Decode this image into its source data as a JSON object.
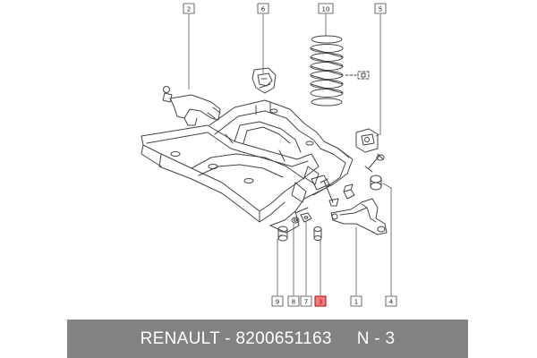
{
  "callouts": {
    "c2": "2",
    "c6": "6",
    "c10": "10",
    "c5": "5",
    "c9": "9",
    "c8": "8",
    "c7": "7",
    "c3": "3",
    "c1": "1",
    "c4": "4"
  },
  "highlighted_callout": "3",
  "colors": {
    "highlight_fill": "#f08080",
    "highlight_stroke": "#c00000",
    "footer_background": "#828282",
    "line": "#444444"
  },
  "footer": {
    "brand_part": "RENAULT - 8200651163",
    "code": "N - 3"
  }
}
